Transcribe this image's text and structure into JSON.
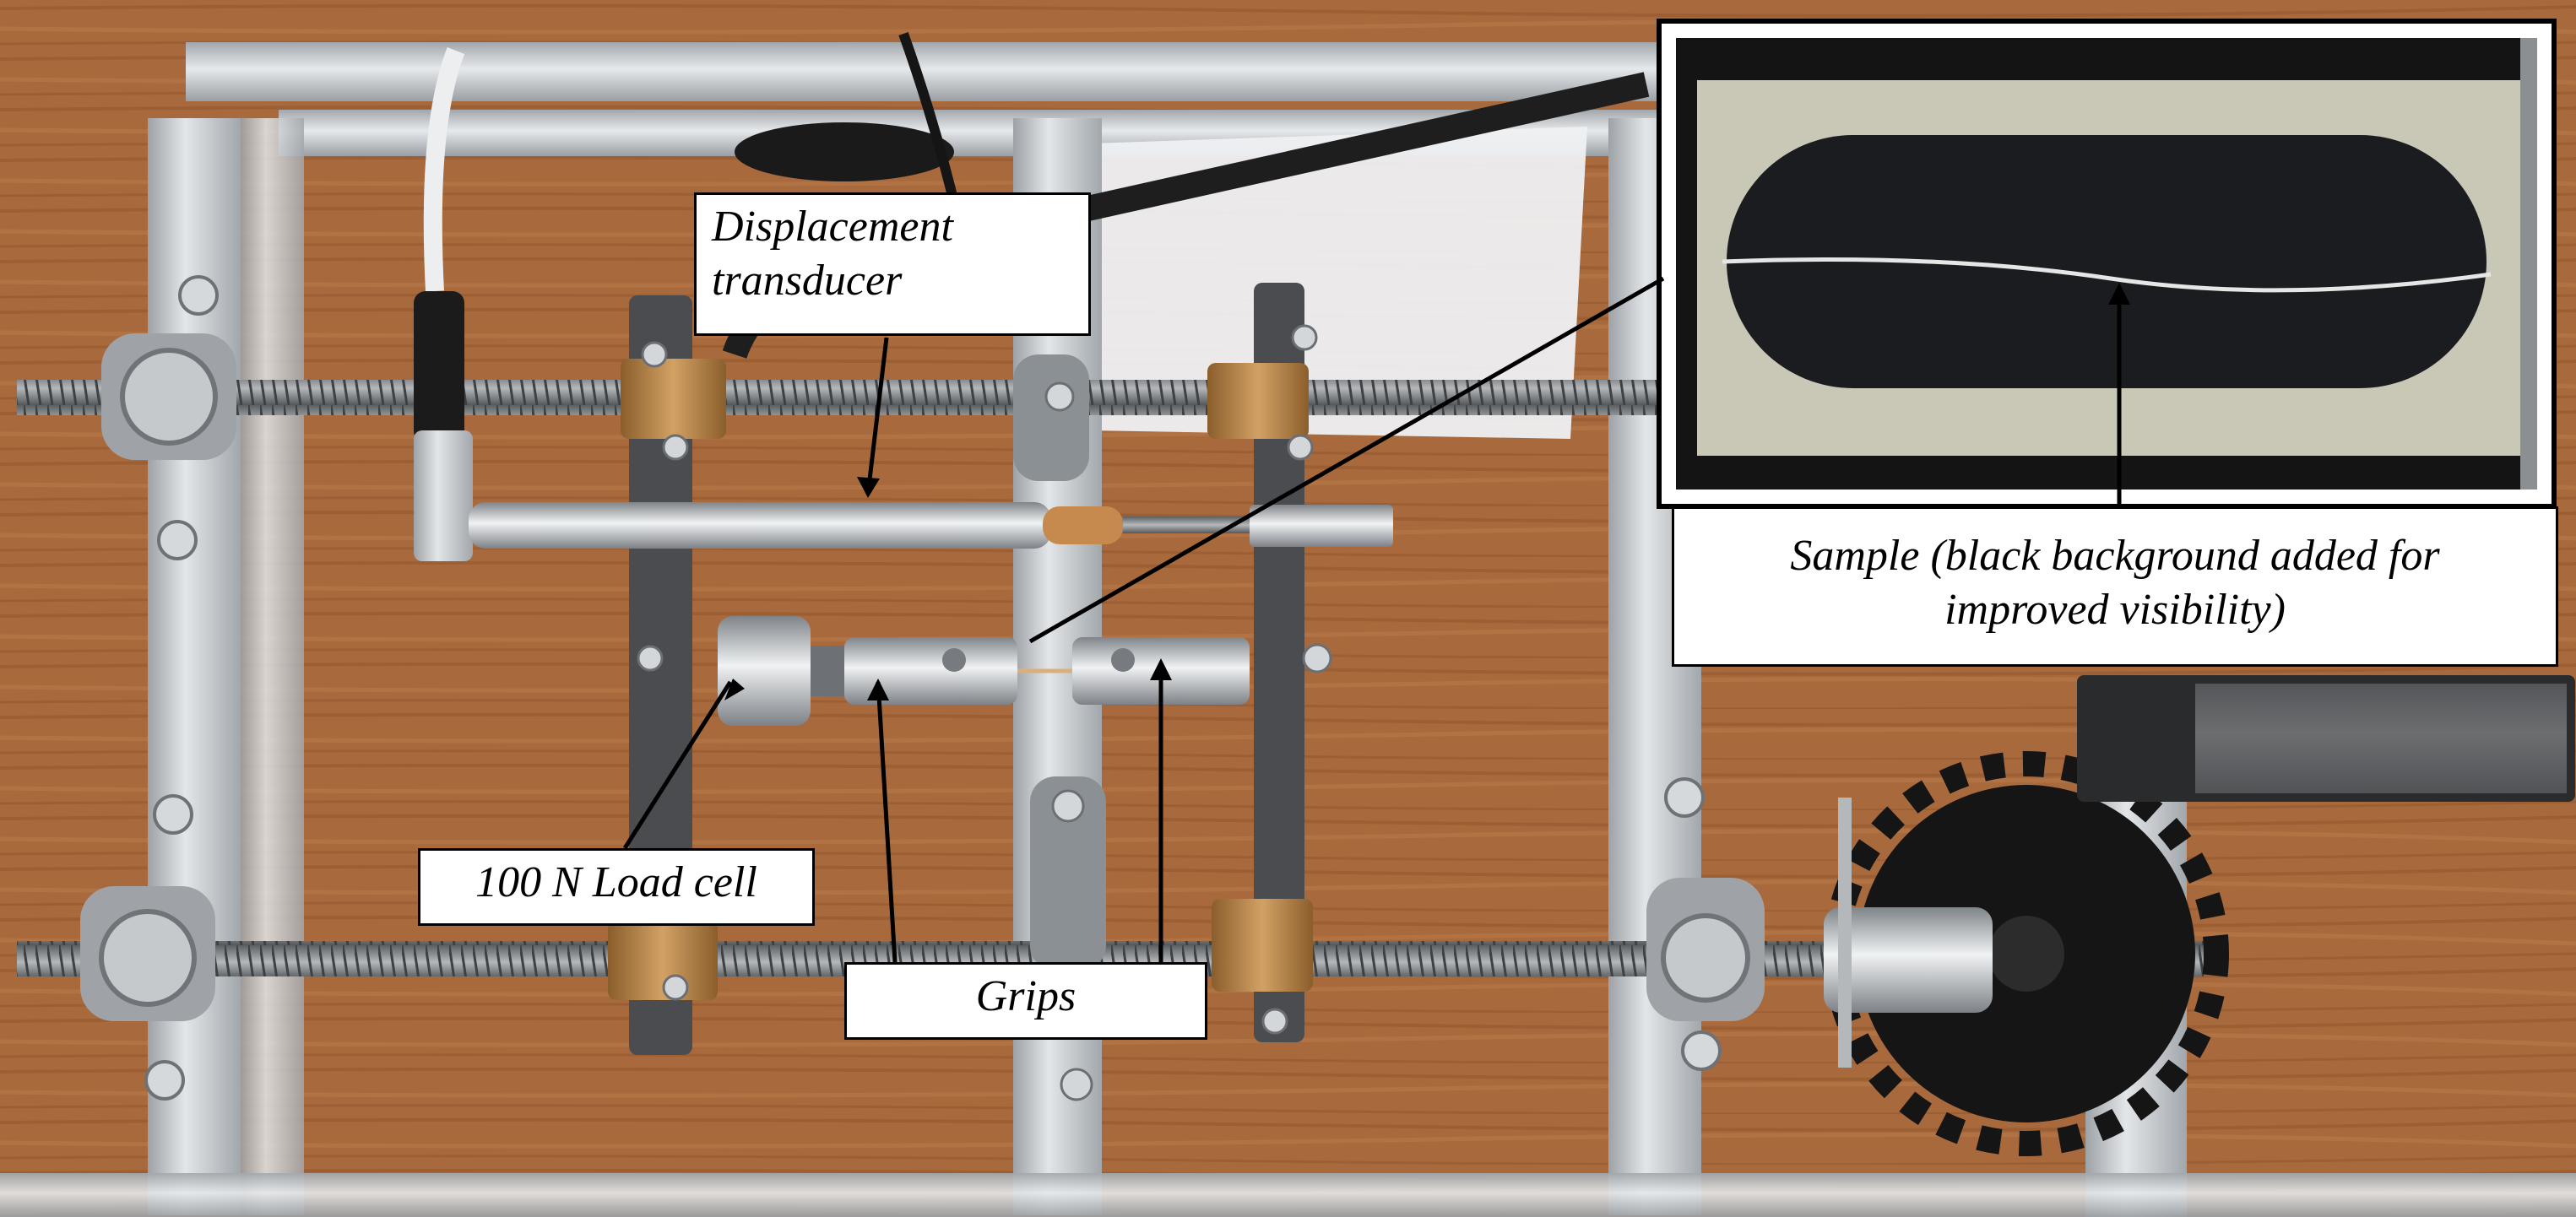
{
  "labels": {
    "displacement_line1": "Displacement",
    "displacement_line2": "transducer",
    "load_cell": "100 N Load cell",
    "grips": "Grips",
    "sample_line1": "Sample (black background added for",
    "sample_line2": "improved visibility)"
  },
  "colors": {
    "wood": "#a86a3c",
    "wood_dark": "#8a5330",
    "aluminum": "#c9cdd1",
    "aluminum_shadow": "#8e9398",
    "threaded_rod": "#7c7f82",
    "brass": "#b9864a",
    "black": "#111111",
    "annotation_line": "#000000"
  }
}
